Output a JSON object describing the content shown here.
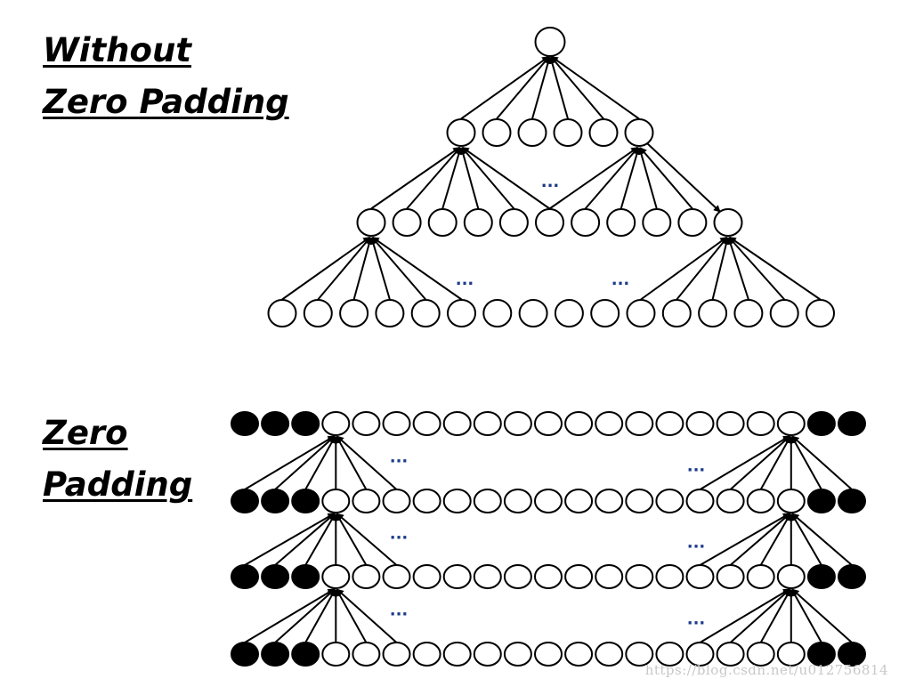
{
  "labels": {
    "top_line1": "Without",
    "top_line2": "Zero Padding",
    "bottom_line1": "Zero",
    "bottom_line2": "Padding"
  },
  "ellipsis": "...",
  "watermark": "https://blog.csdn.net/u012756814",
  "colors": {
    "node_fill": "#ffffff",
    "padding_fill": "#000000",
    "stroke": "#000000",
    "ellipsis": "#1a3a8a"
  }
}
